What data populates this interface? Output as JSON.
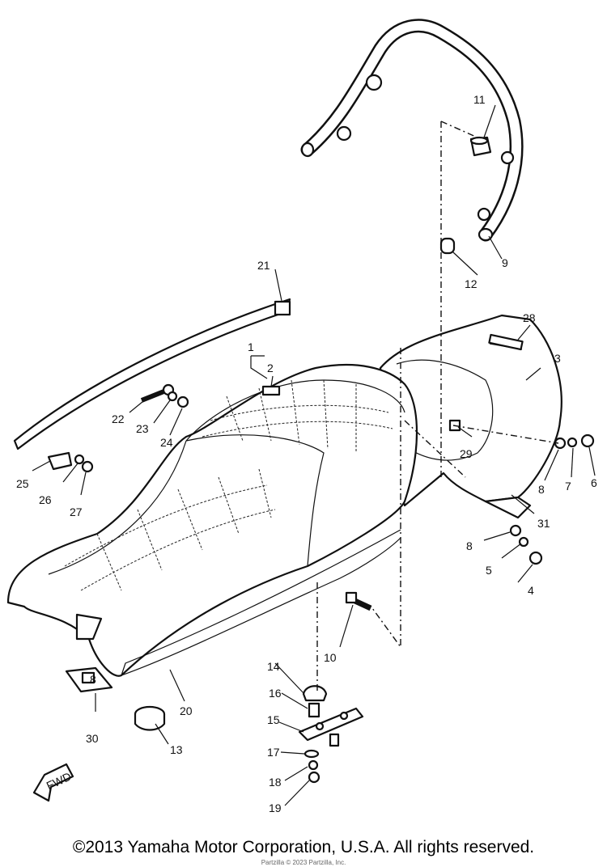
{
  "callouts": [
    "1",
    "2",
    "3",
    "4",
    "5",
    "6",
    "7",
    "8",
    "8",
    "8",
    "9",
    "10",
    "11",
    "12",
    "13",
    "14",
    "15",
    "16",
    "17",
    "18",
    "19",
    "20",
    "21",
    "22",
    "23",
    "24",
    "25",
    "26",
    "27",
    "28",
    "29",
    "30",
    "31"
  ],
  "fwd_label": "FWD",
  "copyright": "©2013 Yamaha Motor Corporation, U.S.A. All rights reserved.",
  "watermark": "Partzilla © 2023 Partzilla, Inc."
}
